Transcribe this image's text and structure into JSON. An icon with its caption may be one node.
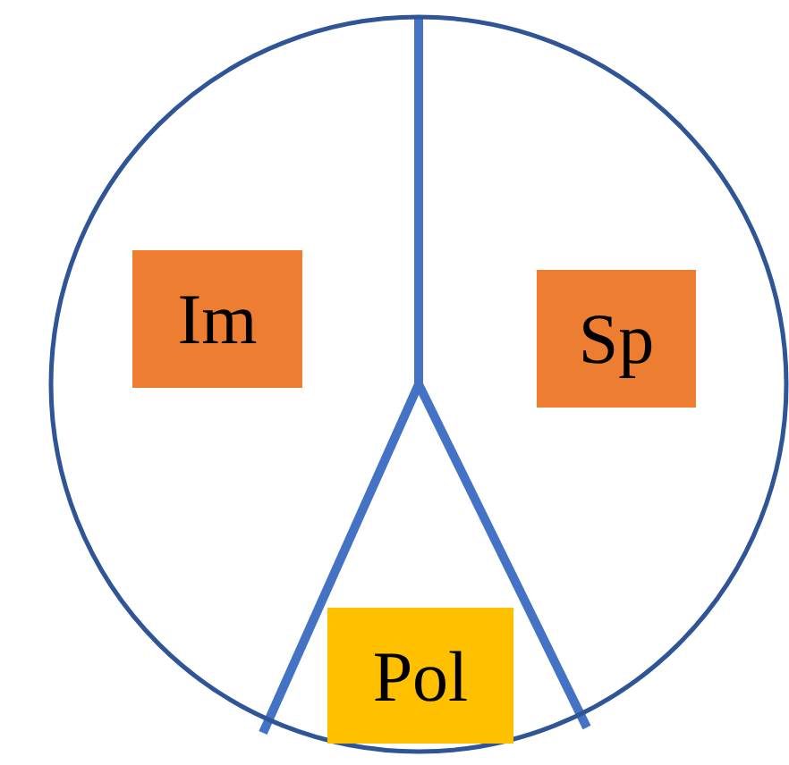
{
  "diagram": {
    "nodes": [
      {
        "text": [],
        "shape": "circle"
      },
      {
        "text": [
          "Im"
        ],
        "in": 0
      },
      {
        "text": [
          "Sp"
        ],
        "in": 0
      },
      {
        "text": [
          "Pol"
        ],
        "in": 0
      }
    ]
  }
}
